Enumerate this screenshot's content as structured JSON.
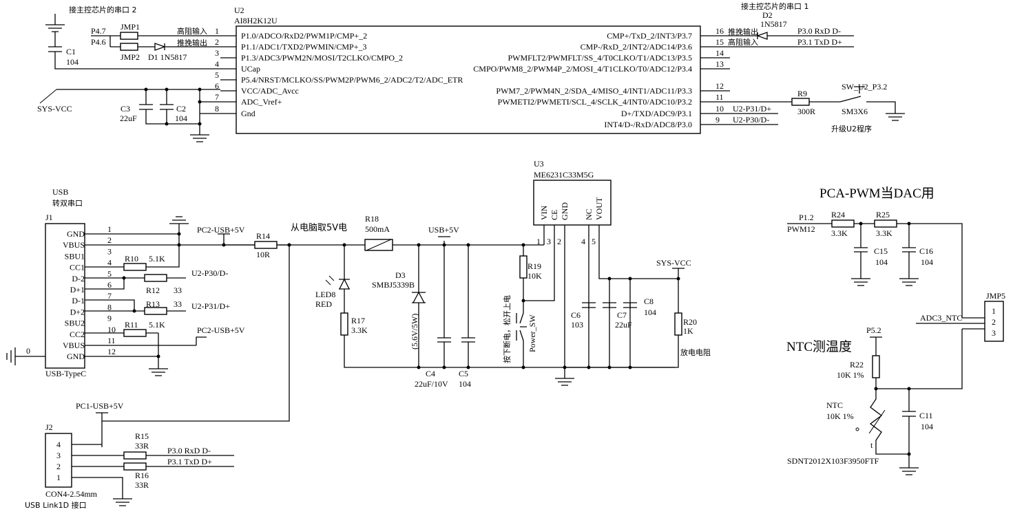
{
  "u2": {
    "ref": "U2",
    "part": "AI8H2K12U",
    "left_pins": [
      {
        "num": "1",
        "name": "P1.0/ADCO/RxD2/PWM1P/CMP+_2"
      },
      {
        "num": "2",
        "name": "P1.1/ADC1/TXD2/PWMIN/CMP+_3"
      },
      {
        "num": "3",
        "name": "P1.3/ADC3/PWM2N/MOSI/T2CLKO/CMPO_2"
      },
      {
        "num": "4",
        "name": "UCap"
      },
      {
        "num": "5",
        "name": "P5.4/NRST/MCLKO/SS/PWM2P/PWM6_2/ADC2/T2/ADC_ETR"
      },
      {
        "num": "6",
        "name": "VCC/ADC_Avcc"
      },
      {
        "num": "7",
        "name": "ADC_Vref+"
      },
      {
        "num": "8",
        "name": "Gnd"
      }
    ],
    "right_pins": [
      {
        "num": "16",
        "name": "CMP+/TxD_2/INT3/P3.7"
      },
      {
        "num": "15",
        "name": "CMP-/RxD_2/INT2/ADC14/P3.6"
      },
      {
        "num": "14",
        "name": "PWMFLT2/PWMFLT/SS_4/T0CLKO/T1/ADC13/P3.5"
      },
      {
        "num": "13",
        "name": "CMPO/PWM8_2/PWM4P_2/MOSI_4/T1CLKO/T0/ADC12/P3.4"
      },
      {
        "num": "12",
        "name": "PWM7_2/PWM4N_2/SDA_4/MISO_4/INT1/ADC11/P3.3"
      },
      {
        "num": "11",
        "name": "PWMETI2/PWMETI/SCL_4/SCLK_4/INT0/ADC10/P3.2"
      },
      {
        "num": "10",
        "name": "D+/TXD/ADC9/P3.1"
      },
      {
        "num": "9",
        "name": "INT4/D-/RxD/ADC8/P3.0"
      }
    ]
  },
  "top": {
    "note_left": "接主控芯片的串口 2",
    "note_right": "接主控芯片的串口 1",
    "p47": "P4.7",
    "p46": "P4.6",
    "jmp1": "JMP1",
    "jmp2": "JMP2",
    "hi_z_in": "高阻输入",
    "push_pull_out": "推挽输出",
    "d1": "D1  1N5817",
    "c1": "C1",
    "c1_val": "104",
    "sys_vcc": "SYS-VCC",
    "c3": "C3",
    "c3_val": "22uF",
    "c2": "C2",
    "c2_val": "104",
    "d2": "D2",
    "d2_part": "1N5817",
    "p30_rxd": "P3.0  RxD  D-",
    "p31_txd": "P3.1  TxD  D+",
    "net_p31": "U2-P31/D+",
    "net_p30": "U2-P30/D-",
    "r9": "R9",
    "r9_val": "300R",
    "sw_ref": "SW_U2_P3.2",
    "sw_part": "SM3X6",
    "upgrade": "升级U2程序"
  },
  "usb": {
    "title1": "USB",
    "title2": "转双串口",
    "j1": "J1",
    "j1_part": "USB-TypeC",
    "pins": [
      {
        "num": "1",
        "name": "GND"
      },
      {
        "num": "2",
        "name": "VBUS"
      },
      {
        "num": "3",
        "name": "SBU1"
      },
      {
        "num": "4",
        "name": "CC1"
      },
      {
        "num": "5",
        "name": "D-2"
      },
      {
        "num": "6",
        "name": "D+1"
      },
      {
        "num": "7",
        "name": "D-1"
      },
      {
        "num": "8",
        "name": "D+2"
      },
      {
        "num": "9",
        "name": "SBU2"
      },
      {
        "num": "10",
        "name": "CC2"
      },
      {
        "num": "11",
        "name": "VBUS"
      },
      {
        "num": "12",
        "name": "GND"
      }
    ],
    "shield_zero": "0",
    "r10": "R10",
    "r10_val": "5.1K",
    "r11": "R11",
    "r11_val": "5.1K",
    "r12": "R12",
    "r12_val": "33",
    "r13": "R13",
    "r13_val": "33",
    "net_p30": "U2-P30/D-",
    "net_p31": "U2-P31/D+",
    "pc2_a": "PC2-USB+5V",
    "pc2_b": "PC2-USB+5V"
  },
  "power": {
    "title": "从电脑取5V电",
    "r14": "R14",
    "r14_val": "10R",
    "r18": "R18",
    "r18_val": "500mA",
    "usb5v": "USB+5V",
    "led": "LED8",
    "led_color": "RED",
    "r17": "R17",
    "r17_val": "3.3K",
    "d3": "D3",
    "d3_part": "SMBJ5339B",
    "d3_note": "(5.6V/5W)",
    "c4": "C4",
    "c4_val": "22uF/10V",
    "c5": "C5",
    "c5_val": "104",
    "u3": "U3",
    "u3_part": "ME6231C33M5G",
    "u3_pins": [
      "VIN",
      "CE",
      "GND",
      "NC",
      "VOUT"
    ],
    "u3_nums": [
      "1",
      "3",
      "2",
      "4",
      "5"
    ],
    "r19": "R19",
    "r19_val": "10K",
    "sw_note": "按下断电，松开上电",
    "power_sw": "Power_SW",
    "c6": "C6",
    "c6_val": "103",
    "c7": "C7",
    "c7_val": "22uF",
    "c8": "C8",
    "c8_val": "104",
    "sys_vcc": "SYS-VCC",
    "r20": "R20",
    "r20_val": "1K",
    "discharge": "放电电阻"
  },
  "j2": {
    "pc1": "PC1-USB+5V",
    "ref": "J2",
    "pins": [
      "4",
      "3",
      "2",
      "1"
    ],
    "r15": "R15",
    "r15_val": "33R",
    "r16": "R16",
    "r16_val": "33R",
    "net_rxd": "P3.0  RxD  D-",
    "net_txd": "P3.1  TxD  D+",
    "part": "CON4-2.54mm",
    "label": "USB Link1D 接口"
  },
  "pwm": {
    "title": "PCA-PWM当DAC用",
    "p12": "P1.2",
    "pwm12": "PWM12",
    "r24": "R24",
    "r24_val": "3.3K",
    "r25": "R25",
    "r25_val": "3.3K",
    "c15": "C15",
    "c15_val": "104",
    "c16": "C16",
    "c16_val": "104",
    "jmp5": "JMP5",
    "jmp5_pins": [
      "1",
      "2",
      "3"
    ],
    "adc3": "ADC3_NTC",
    "ntc_title": "NTC测温度",
    "p52": "P5.2",
    "r22": "R22",
    "r22_val": "10K 1%",
    "ntc": "NTC",
    "ntc_val": "10K 1%",
    "t": "t",
    "c11": "C11",
    "c11_val": "104",
    "ntc_part": "SDNT2012X103F3950FTF"
  }
}
